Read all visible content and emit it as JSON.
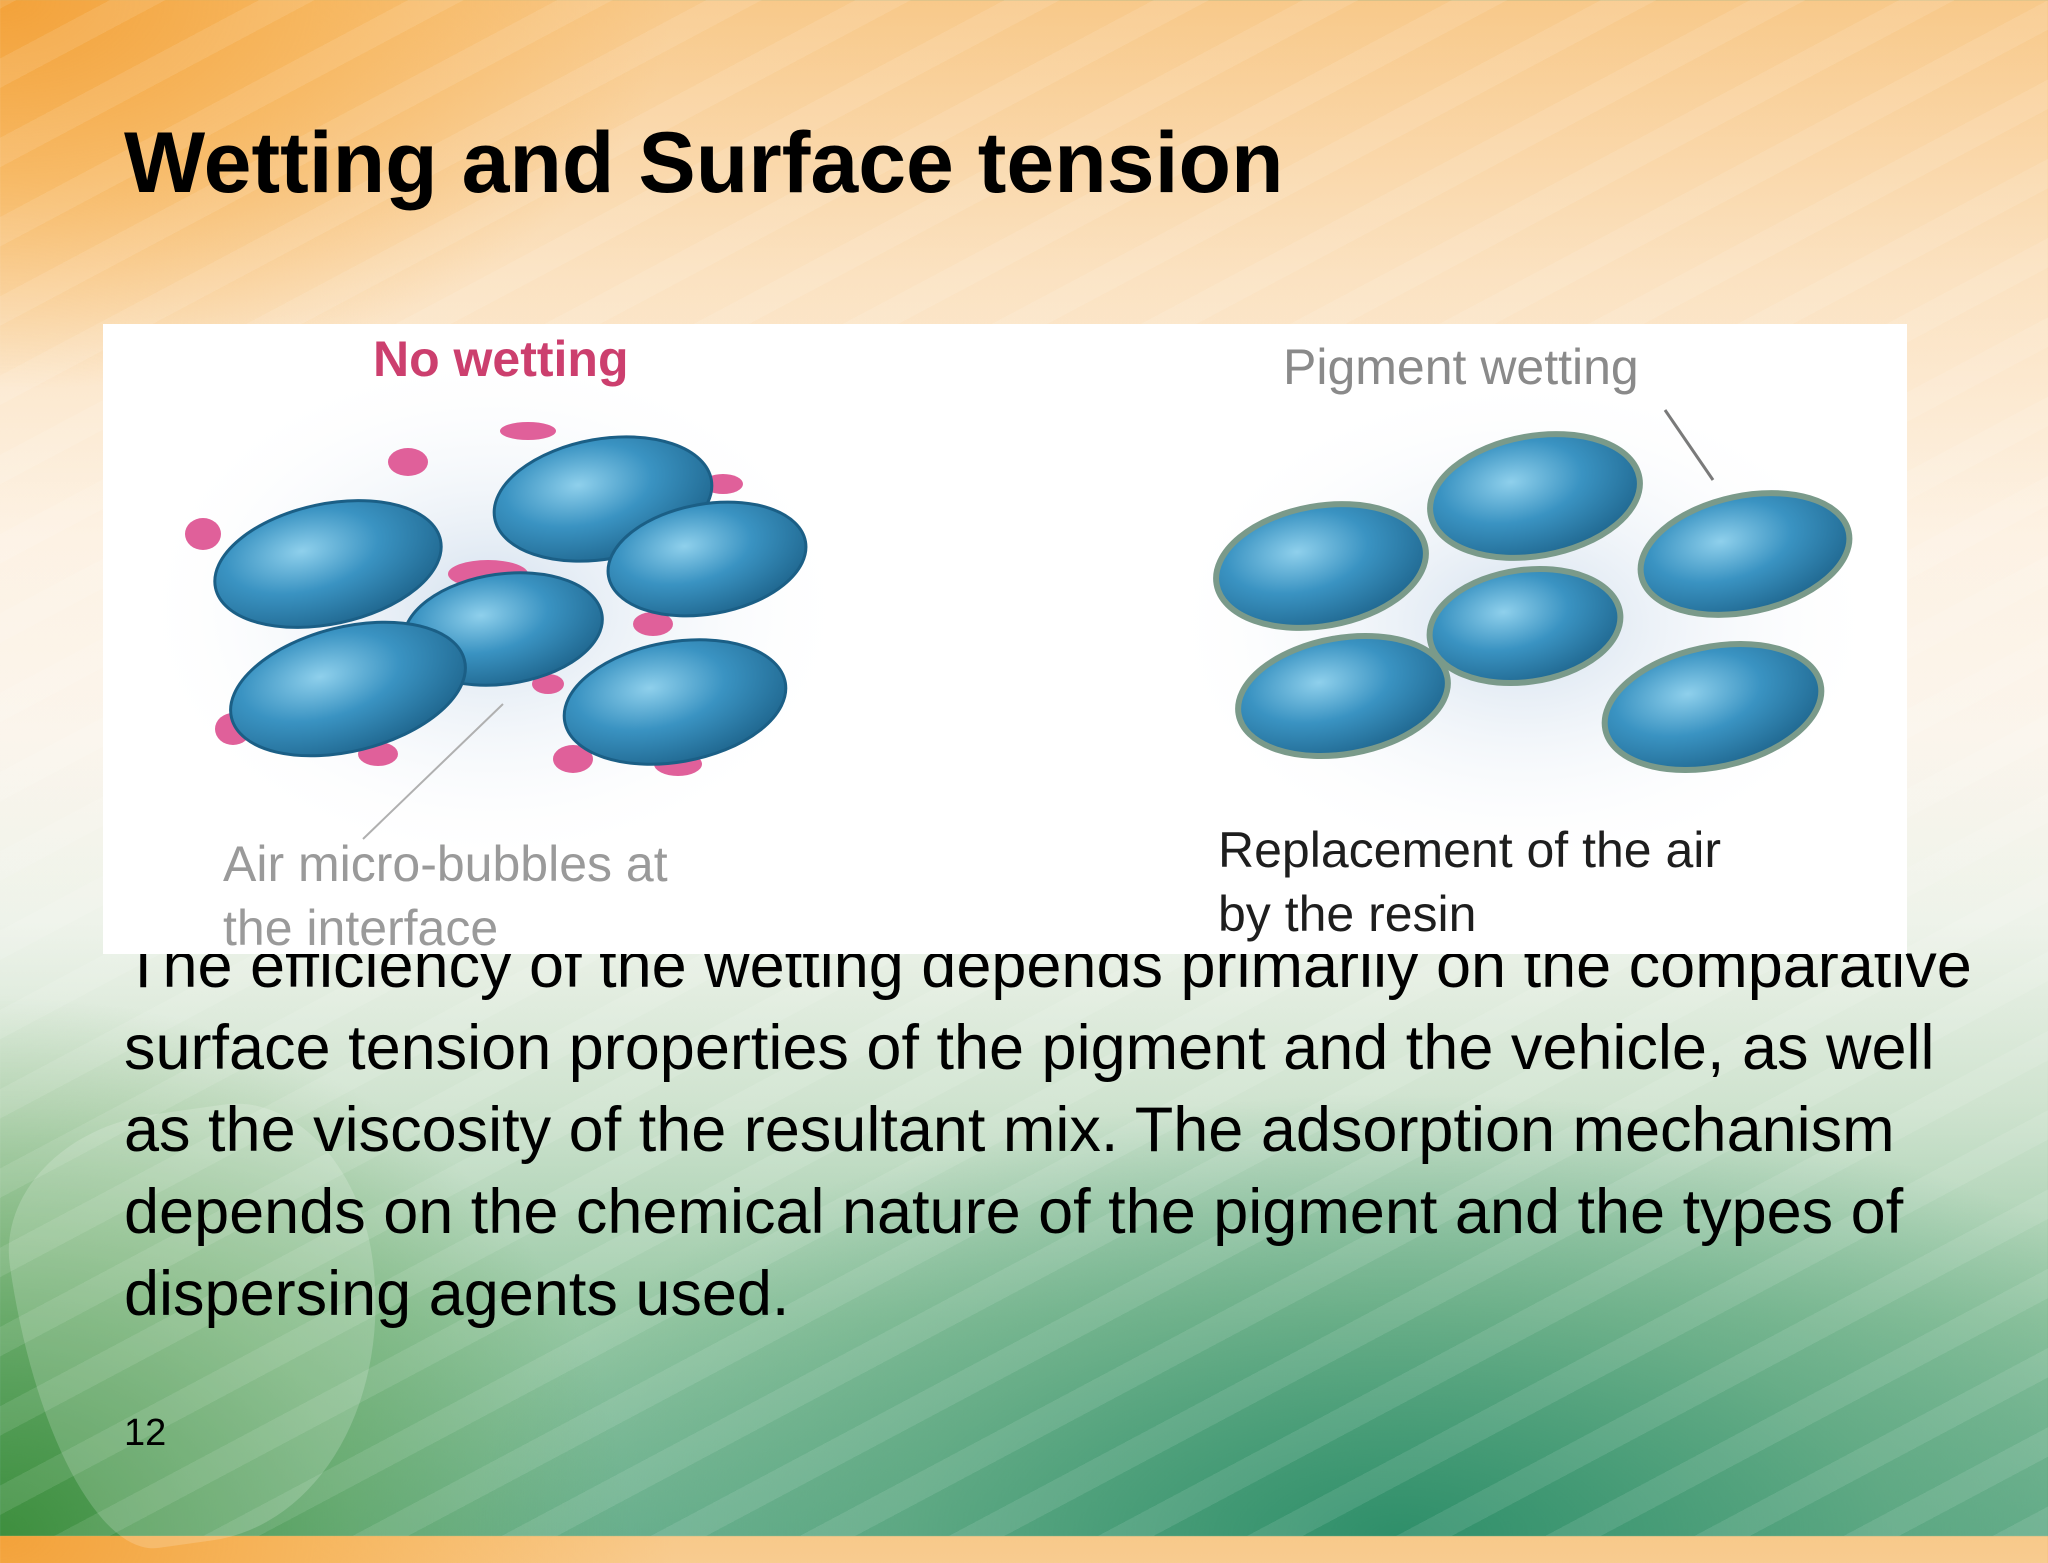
{
  "slide": {
    "title": "Wetting and Surface tension",
    "body": "The efficiency of the wetting depends primarily on the comparative surface tension properties of the pigment and the vehicle, as well as the viscosity of the resultant mix. The adsorption mechanism depends on the chemical nature of the pigment and the types of dispersing agents used.",
    "page_number": "12"
  },
  "figure": {
    "no_wetting_label": "No wetting",
    "pigment_wetting_label": "Pigment wetting",
    "air_bubbles_label_line1": "Air micro-bubbles at",
    "air_bubbles_label_line2": "the interface",
    "replacement_label_line1": "Replacement of the air",
    "replacement_label_line2": "by the resin",
    "colors": {
      "particle": "#2f87b4",
      "bubble": "#e0609a",
      "resin_outline": "#7a9a8a"
    }
  }
}
